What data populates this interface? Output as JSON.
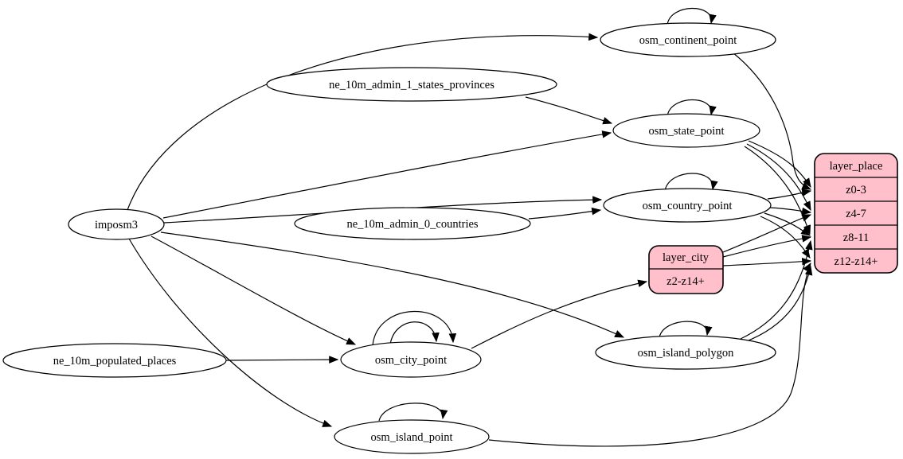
{
  "diagram": {
    "background_color": "#ffffff",
    "edge_color": "#000000",
    "record_fill_color": "#ffc0cb",
    "nodes": {
      "imposm3": "imposm3",
      "ne_admin1": "ne_10m_admin_1_states_provinces",
      "ne_admin0": "ne_10m_admin_0_countries",
      "ne_pop": "ne_10m_populated_places",
      "continent": "osm_continent_point",
      "state": "osm_state_point",
      "country": "osm_country_point",
      "city": "osm_city_point",
      "island_polygon": "osm_island_polygon",
      "island_point": "osm_island_point"
    },
    "records": {
      "layer_city": {
        "title": "layer_city",
        "rows": [
          "z2-z14+"
        ]
      },
      "layer_place": {
        "title": "layer_place",
        "rows": [
          "z0-3",
          "z4-7",
          "z8-11",
          "z12-z14+"
        ]
      }
    },
    "edges": [
      {
        "from": "imposm3",
        "to": "osm_continent_point"
      },
      {
        "from": "imposm3",
        "to": "osm_state_point"
      },
      {
        "from": "imposm3",
        "to": "osm_country_point"
      },
      {
        "from": "imposm3",
        "to": "osm_city_point"
      },
      {
        "from": "imposm3",
        "to": "osm_island_polygon"
      },
      {
        "from": "imposm3",
        "to": "osm_island_point"
      },
      {
        "from": "ne_10m_admin_1_states_provinces",
        "to": "osm_state_point"
      },
      {
        "from": "ne_10m_admin_0_countries",
        "to": "osm_country_point"
      },
      {
        "from": "ne_10m_populated_places",
        "to": "osm_city_point"
      },
      {
        "from": "osm_continent_point",
        "to": "osm_continent_point"
      },
      {
        "from": "osm_state_point",
        "to": "osm_state_point"
      },
      {
        "from": "osm_country_point",
        "to": "osm_country_point"
      },
      {
        "from": "osm_city_point",
        "to": "osm_city_point"
      },
      {
        "from": "osm_city_point",
        "to": "osm_city_point"
      },
      {
        "from": "osm_island_polygon",
        "to": "osm_island_polygon"
      },
      {
        "from": "osm_island_point",
        "to": "osm_island_point"
      },
      {
        "from": "osm_city_point",
        "to": "layer_city:z2-z14+"
      },
      {
        "from": "osm_continent_point",
        "to": "layer_place:z0-3"
      },
      {
        "from": "osm_state_point",
        "to": "layer_place:z0-3"
      },
      {
        "from": "osm_state_point",
        "to": "layer_place:z4-7"
      },
      {
        "from": "osm_state_point",
        "to": "layer_place:z8-11"
      },
      {
        "from": "osm_country_point",
        "to": "layer_place:z0-3"
      },
      {
        "from": "osm_country_point",
        "to": "layer_place:z4-7"
      },
      {
        "from": "osm_country_point",
        "to": "layer_place:z8-11"
      },
      {
        "from": "osm_country_point",
        "to": "layer_place:z12-z14+"
      },
      {
        "from": "layer_city:z2-z14+",
        "to": "layer_place:z4-7"
      },
      {
        "from": "layer_city:z2-z14+",
        "to": "layer_place:z8-11"
      },
      {
        "from": "layer_city:z2-z14+",
        "to": "layer_place:z12-z14+"
      },
      {
        "from": "osm_island_polygon",
        "to": "layer_place:z8-11"
      },
      {
        "from": "osm_island_polygon",
        "to": "layer_place:z12-z14+"
      },
      {
        "from": "osm_island_point",
        "to": "layer_place:z12-z14+"
      }
    ]
  }
}
